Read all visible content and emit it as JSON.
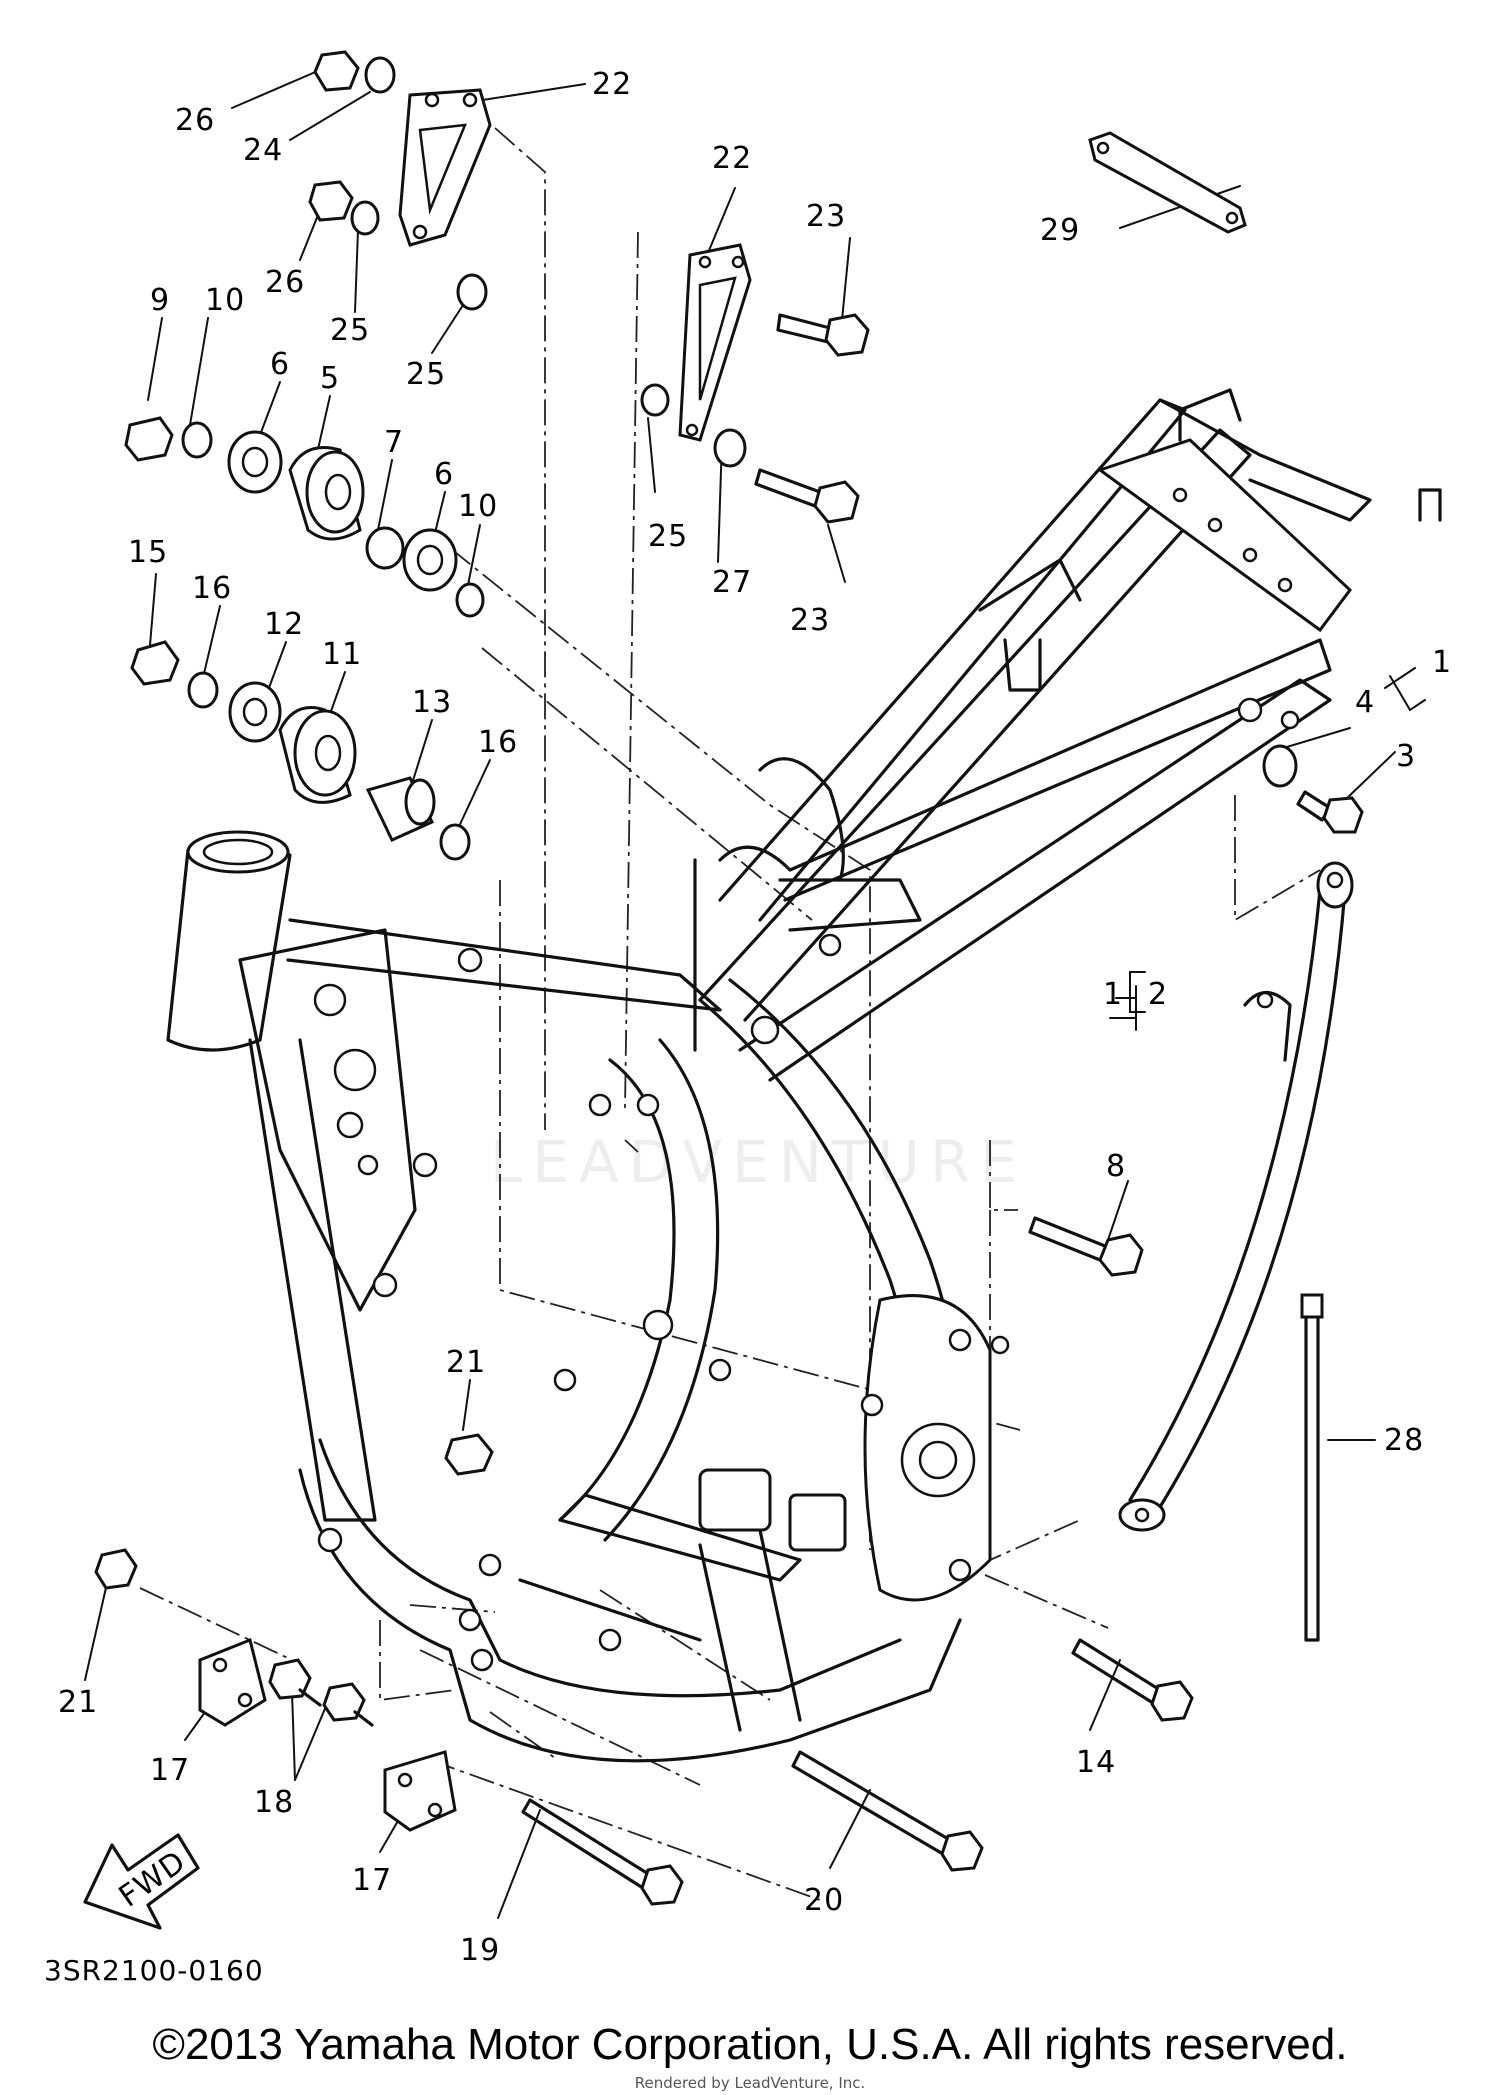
{
  "diagram_code": "3SR2100-0160",
  "copyright": "©2013 Yamaha Motor Corporation, U.S.A. All rights reserved.",
  "rendered_by": "Rendered by LeadVenture, Inc.",
  "watermark": "LEADVENTURE",
  "fwd_label": "FWD",
  "callouts": [
    {
      "id": "c26a",
      "text": "26"
    },
    {
      "id": "c24",
      "text": "24"
    },
    {
      "id": "c22a",
      "text": "22"
    },
    {
      "id": "c22b",
      "text": "22"
    },
    {
      "id": "c23a",
      "text": "23"
    },
    {
      "id": "c29",
      "text": "29"
    },
    {
      "id": "c26b",
      "text": "26"
    },
    {
      "id": "c25a",
      "text": "25"
    },
    {
      "id": "c25b",
      "text": "25"
    },
    {
      "id": "c9",
      "text": "9"
    },
    {
      "id": "c10a",
      "text": "10"
    },
    {
      "id": "c6a",
      "text": "6"
    },
    {
      "id": "c5",
      "text": "5"
    },
    {
      "id": "c7",
      "text": "7"
    },
    {
      "id": "c6b",
      "text": "6"
    },
    {
      "id": "c10b",
      "text": "10"
    },
    {
      "id": "c25c",
      "text": "25"
    },
    {
      "id": "c27",
      "text": "27"
    },
    {
      "id": "c23b",
      "text": "23"
    },
    {
      "id": "c15",
      "text": "15"
    },
    {
      "id": "c16a",
      "text": "16"
    },
    {
      "id": "c12",
      "text": "12"
    },
    {
      "id": "c11",
      "text": "11"
    },
    {
      "id": "c13",
      "text": "13"
    },
    {
      "id": "c16b",
      "text": "16"
    },
    {
      "id": "c1a",
      "text": "1"
    },
    {
      "id": "c4",
      "text": "4"
    },
    {
      "id": "c3",
      "text": "3"
    },
    {
      "id": "c1b",
      "text": "1"
    },
    {
      "id": "c2",
      "text": "2"
    },
    {
      "id": "c8",
      "text": "8"
    },
    {
      "id": "c28",
      "text": "28"
    },
    {
      "id": "c21a",
      "text": "21"
    },
    {
      "id": "c21b",
      "text": "21"
    },
    {
      "id": "c17a",
      "text": "17"
    },
    {
      "id": "c18",
      "text": "18"
    },
    {
      "id": "c17b",
      "text": "17"
    },
    {
      "id": "c19",
      "text": "19"
    },
    {
      "id": "c20",
      "text": "20"
    },
    {
      "id": "c14",
      "text": "14"
    }
  ]
}
